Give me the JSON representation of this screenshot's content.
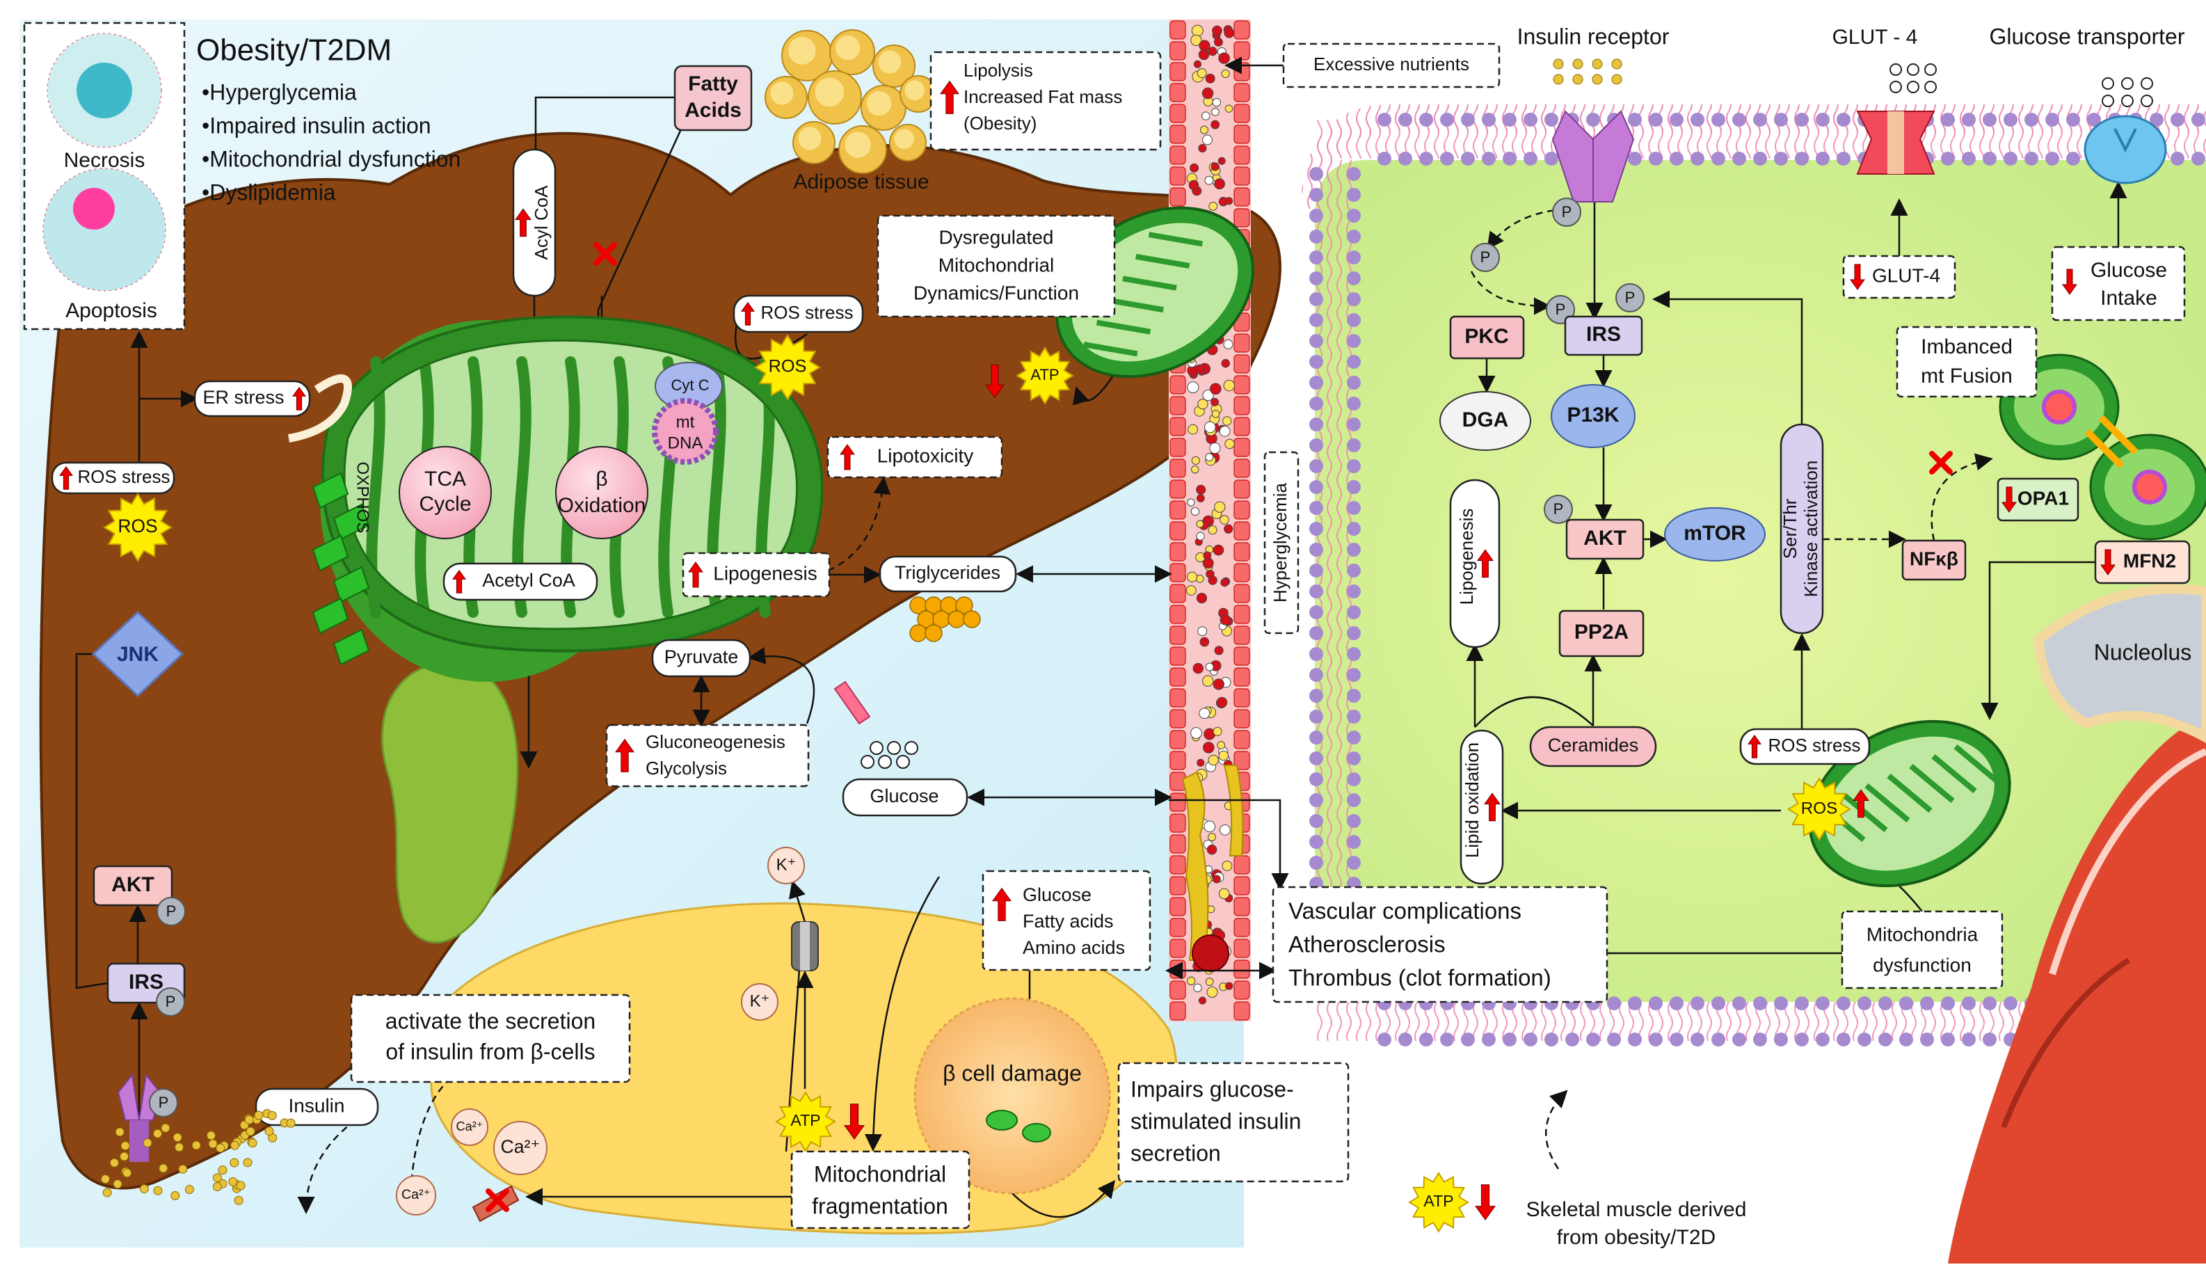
{
  "title": "Obesity/T2DM",
  "features": [
    "•Hyperglycemia",
    "•Impaired insulin action",
    "•Mitochondrial dysfunction",
    "•Dyslipidemia"
  ],
  "cell_death": {
    "necrosis": "Necrosis",
    "apoptosis": "Apoptosis"
  },
  "liver": {
    "fatty_acids": [
      "Fatty",
      "Acids"
    ],
    "acyl_coa": "Acyl CoA",
    "lipolysis": [
      "Lipolysis",
      "Increased Fat mass",
      "(Obesity)"
    ],
    "adipose": "Adipose tissue",
    "ros_stress": "ROS stress",
    "er_stress": "ER stress",
    "ros": "ROS",
    "jnk": "JNK",
    "akt": "AKT",
    "irs": "IRS",
    "p": "P",
    "oxphos": "OXPHOS",
    "tca": [
      "TCA",
      "Cycle"
    ],
    "beta_ox": [
      "β",
      "Oxidation"
    ],
    "cytc": "Cyt C",
    "mtdna": [
      "mt",
      "DNA"
    ],
    "acetyl_coa": "Acetyl CoA",
    "lipogenesis": "Lipogenesis",
    "lipotoxicity": "Lipotoxicity",
    "triglycerides": "Triglycerides",
    "pyruvate": "Pyruvate",
    "gluconeo": [
      "Gluconeogenesis",
      "Glycolysis"
    ],
    "glucose": "Glucose",
    "dysregulated": [
      "Dysregulated",
      "Mitochondrial",
      "Dynamics/Function"
    ],
    "atp": "ATP"
  },
  "vessel": {
    "excessive": "Excessive nutrients",
    "hyperglycemia": "Hyperglycemia"
  },
  "pancreas": {
    "activate": [
      "activate the secretion",
      "of insulin from β-cells"
    ],
    "insulin": "Insulin",
    "k": "K⁺",
    "ca": "Ca²⁺",
    "nutrients": [
      "Glucose",
      "Fatty acids",
      "Amino acids"
    ],
    "beta_damage": "β cell damage",
    "mito_frag": [
      "Mitochondrial",
      "fragmentation"
    ],
    "impairs": [
      "Impairs glucose-",
      "stimulated insulin",
      "secretion"
    ]
  },
  "vascular": [
    "Vascular complications",
    "Atherosclerosis",
    "Thrombus (clot formation)"
  ],
  "muscle": {
    "insulin_receptor": "Insulin receptor",
    "glut4_title": "GLUT - 4",
    "glucose_transporter": "Glucose transporter",
    "glut4": "GLUT-4",
    "glucose_intake": [
      "Glucose",
      "Intake"
    ],
    "imbalanced": [
      "Imbanced",
      "mt Fusion"
    ],
    "pkc": "PKC",
    "irs": "IRS",
    "dga": "DGA",
    "p13k": "P13K",
    "akt": "AKT",
    "mtor": "mTOR",
    "pp2a": "PP2A",
    "ceramides": "Ceramides",
    "lipogenesis": "Lipogenesis",
    "lipid_ox": "Lipid oxidation",
    "kinase": [
      "Ser/Thr",
      "Kinase activation"
    ],
    "nfkb": "NFκβ",
    "opa1": "OPA1",
    "mfn2": "MFN2",
    "nucleolus": "Nucleolus",
    "ros_stress": "ROS stress",
    "ros": "ROS",
    "mito_dys": [
      "Mitochondria",
      "dysfunction"
    ],
    "skeletal": [
      "Skeletal muscle derived",
      "from obesity/T2D"
    ]
  }
}
